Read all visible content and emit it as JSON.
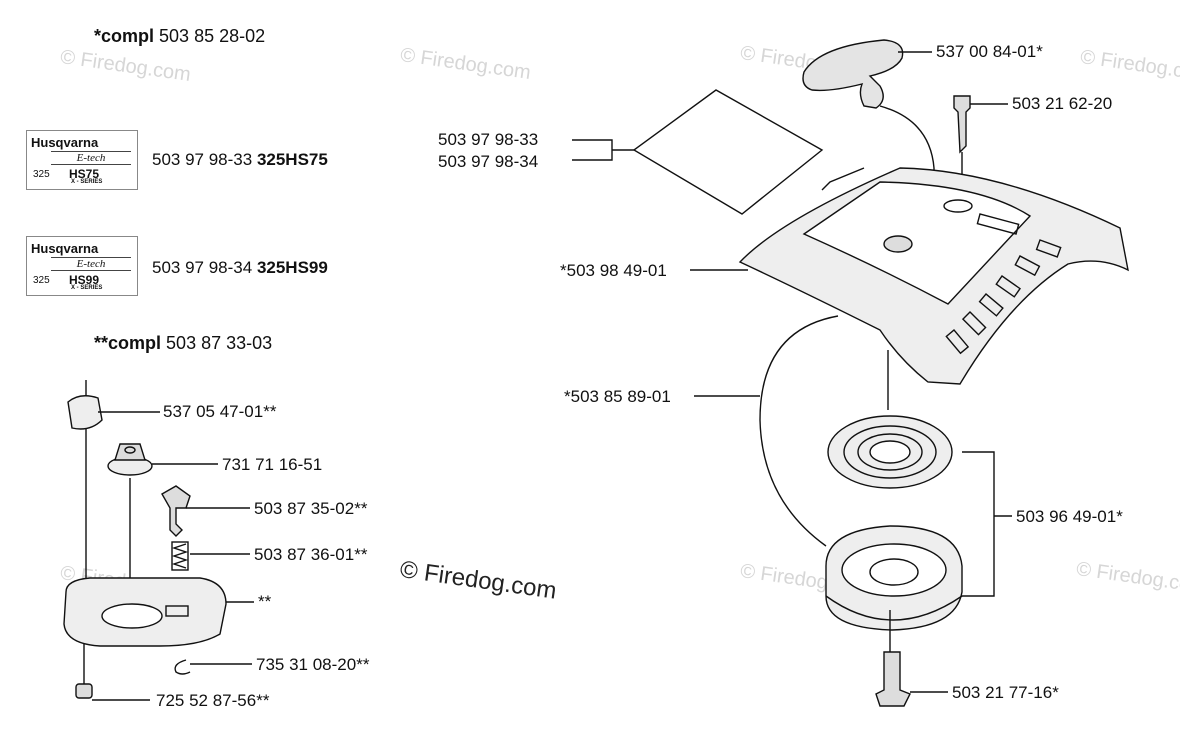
{
  "headers": {
    "compl1_prefix": "*compl",
    "compl1_number": "503 85 28-02",
    "compl2_prefix": "**compl",
    "compl2_number": "503 87 33-03"
  },
  "decals": [
    {
      "brand": "Husqvarna",
      "tagline": "E-tech",
      "model": "325",
      "code": "HS75",
      "series": "X - SERIES",
      "part": "503 97 98-33",
      "name": "325HS75"
    },
    {
      "brand": "Husqvarna",
      "tagline": "E-tech",
      "model": "325",
      "code": "HS99",
      "series": "X - SERIES",
      "part": "503 97 98-34",
      "name": "325HS99"
    }
  ],
  "left_parts": [
    "537 05 47-01**",
    "731 71 16-51",
    "503 87 35-02**",
    "503 87 36-01**",
    "**",
    "735 31 08-20**",
    "725 52 87-56**"
  ],
  "right_parts": {
    "handle": "537 00 84-01*",
    "screw_top": "503 21 62-20",
    "decal_a": "503 97 98-33",
    "decal_b": "503 97 98-34",
    "cover": "*503 98 49-01",
    "rope": "*503 85 89-01",
    "pulley": "503 96 49-01*",
    "screw_bottom": "503 21 77-16*"
  },
  "watermark": "© Firedog.com",
  "copyright": "© Firedog.com"
}
